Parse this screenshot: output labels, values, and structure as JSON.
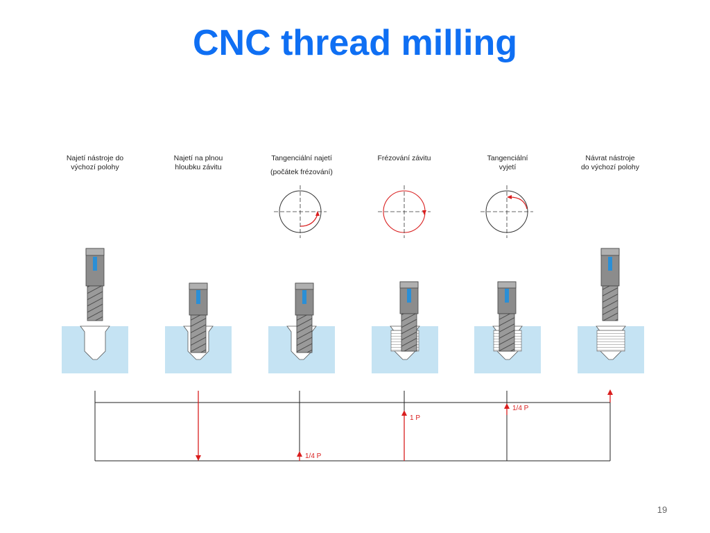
{
  "slide": {
    "title": "CNC thread milling",
    "page_number": "19"
  },
  "steps": [
    {
      "label_line1": "Najetí nástroje do",
      "label_line2": "výchozí polohy"
    },
    {
      "label_line1": "Najetí na plnou",
      "label_line2": "hloubku závitu"
    },
    {
      "label_line1": "Tangenciální najetí",
      "label_line2": "(počátek frézování)"
    },
    {
      "label_line1": "Frézování závitu",
      "label_line2": ""
    },
    {
      "label_line1": "Tangenciální",
      "label_line2": "vyjetí"
    },
    {
      "label_line1": "Návrat nástroje",
      "label_line2": "do výchozí polohy"
    }
  ],
  "dimensions": {
    "approach": "1/4 P",
    "milling": "1 P",
    "exit": "1/4 P"
  },
  "colors": {
    "title": "#0f6ff3",
    "workpiece": "#c5e3f3",
    "tool": "#8c8c8c",
    "accent": "#d91e1e",
    "coolant": "#2b8fd6"
  }
}
